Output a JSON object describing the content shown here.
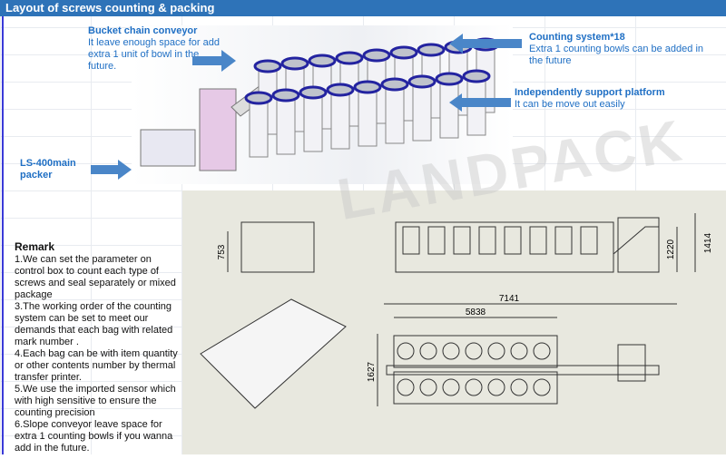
{
  "header": {
    "title": "Layout of screws counting & packing"
  },
  "callouts": {
    "bucket": {
      "title": "Bucket chain conveyor",
      "text": "It leave enough space for add extra 1 unit of bowl in the future."
    },
    "counting": {
      "title": "Counting system*18",
      "text": "Extra 1 counting bowls can be added in the future"
    },
    "platform": {
      "title": "Independently support platform",
      "text": "It can be move out easily"
    },
    "packer": {
      "title": "LS-400main packer"
    }
  },
  "remark": {
    "title": "Remark",
    "items": [
      "1.We can set the parameter on control box to count each type of screws and seal separately or mixed package",
      "3.The working order of the counting system can be set to meet our demands that each bag with related mark number .",
      "4.Each bag can be with item quantity or other contents number by thermal transfer printer.",
      "5.We use the imported sensor which with high sensitive to ensure the counting precision",
      "6.Slope conveyor leave space for extra 1 counting bowls if you wanna add in the future."
    ]
  },
  "dimensions": {
    "total_length": "7141",
    "bowl_length": "5838",
    "width": "1627",
    "side_height": "753",
    "height_1": "1220",
    "height_2": "1414"
  },
  "watermark": "LANDPACK",
  "colors": {
    "header": "#2e73b8",
    "label": "#1f6fc4",
    "arrow": "#4a86c8",
    "panel": "#e8e8df"
  }
}
